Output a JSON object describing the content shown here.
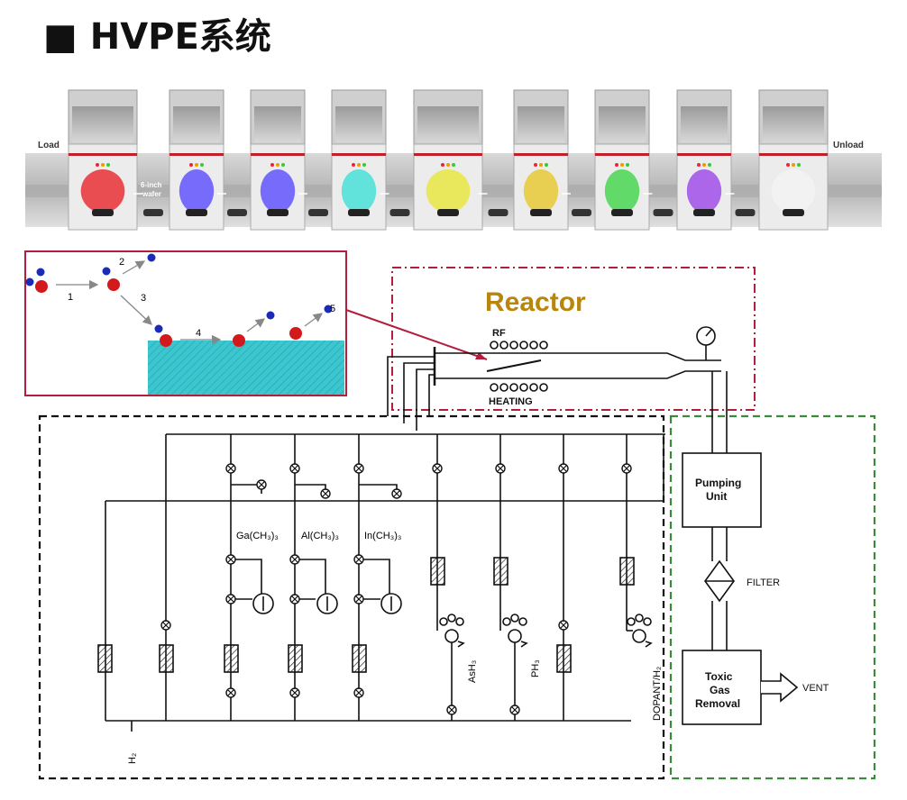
{
  "title": "■ HVPE系统",
  "line": {
    "load": "Load",
    "unload": "Unload",
    "wafer_label_1": "6-inch",
    "wafer_label_2": "wafer",
    "stations": [
      {
        "glow": "#e8262b"
      },
      {
        "glow": "#5a4bff"
      },
      {
        "glow": "#5a4bff"
      },
      {
        "glow": "#3fe0d6"
      },
      {
        "glow": "#e8e637"
      },
      {
        "glow": "#e8c82a"
      },
      {
        "glow": "#3fd64a"
      },
      {
        "glow": "#9b45e8"
      },
      {
        "glow": "#f4f4f4"
      }
    ]
  },
  "process": {
    "steps": [
      "1",
      "2",
      "3",
      "4",
      "5"
    ]
  },
  "reactor": {
    "title": "Reactor",
    "rf": "RF",
    "heating": "HEATING"
  },
  "gas": {
    "ga": "Ga(CH₃)₃",
    "al": "Al(CH₃)₃",
    "in": "In(CH₃)₃",
    "ash3": "AsH₃",
    "ph3": "PH₃",
    "dopant": "DOPANT/H₂",
    "h2": "H₂"
  },
  "exhaust": {
    "pumping_1": "Pumping",
    "pumping_2": "Unit",
    "filter": "FILTER",
    "toxic_1": "Toxic",
    "toxic_2": "Gas",
    "toxic_3": "Removal",
    "vent": "VENT"
  },
  "colors": {
    "reactor_border": "#b21e3c",
    "gas_border": "#111111",
    "exhaust_border": "#3a8a3a",
    "reactor_title": "#b8860b",
    "substrate": "#3cc6cf",
    "atom_red": "#d2191c",
    "atom_blue": "#1a2bb8"
  }
}
